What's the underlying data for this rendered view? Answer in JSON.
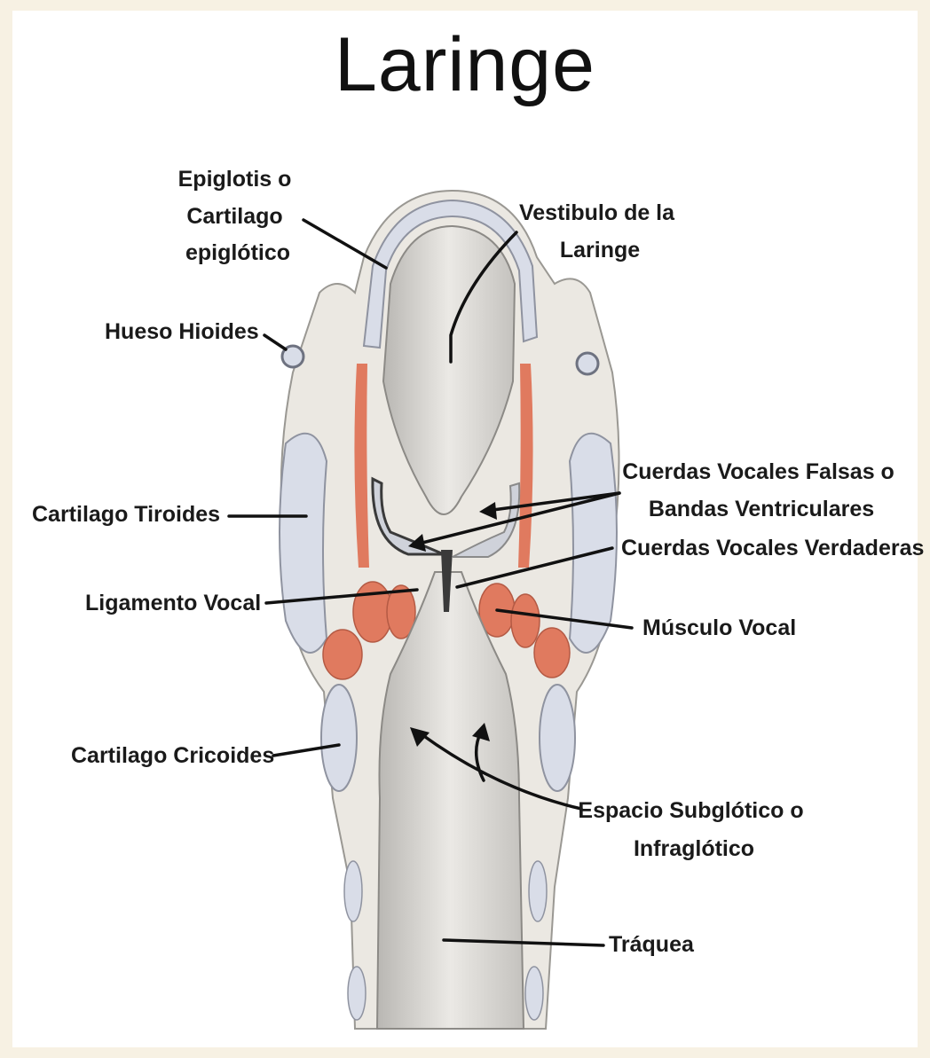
{
  "title": "Laringe",
  "labels": {
    "epiglotis": [
      "Epiglotis o",
      "Cartilago",
      "epiglótico"
    ],
    "vestibulo": [
      "Vestibulo de la",
      "Laringe"
    ],
    "hueso_hioides": "Hueso Hioides",
    "cuerdas_falsas": [
      "Cuerdas Vocales Falsas o",
      "Bandas Ventriculares"
    ],
    "cartilago_tiroides": "Cartilago Tiroides",
    "cuerdas_verdaderas": "Cuerdas Vocales Verdaderas",
    "ligamento_vocal": "Ligamento Vocal",
    "musculo_vocal": "Músculo Vocal",
    "cartilago_cricoides": "Cartilago Cricoides",
    "espacio_subglotico": [
      "Espacio Subglótico o",
      "Infraglótico"
    ],
    "traquea": "Tráquea"
  },
  "colors": {
    "cartilage": "#d9dde8",
    "tissue": "#ece9e4",
    "muscle": "#e07a5f",
    "lumen": "#d2d0cc",
    "line": "#1a1a1a"
  }
}
